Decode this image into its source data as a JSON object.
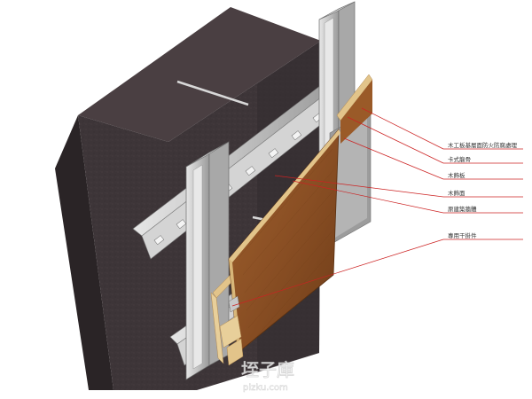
{
  "diagram": {
    "callouts": [
      {
        "id": "c1",
        "label": "木工板基層面防火防腐處理"
      },
      {
        "id": "c2",
        "label": "卡式龍骨"
      },
      {
        "id": "c3",
        "label": "木飾板"
      },
      {
        "id": "c4",
        "label": "木飾面"
      },
      {
        "id": "c5",
        "label": "原建築牆體"
      },
      {
        "id": "c6",
        "label": "專用干掛件"
      }
    ],
    "colors": {
      "wall": "#3d3538",
      "wall_edge": "#2a2426",
      "metal": "#c8c8c8",
      "metal_dark": "#8e8e8e",
      "wood": "#8a4f24",
      "wood_edge": "#e2c48a",
      "leader": "#cc2222"
    }
  },
  "watermark": {
    "main": "垤子庫",
    "sub": "pizku.com"
  }
}
